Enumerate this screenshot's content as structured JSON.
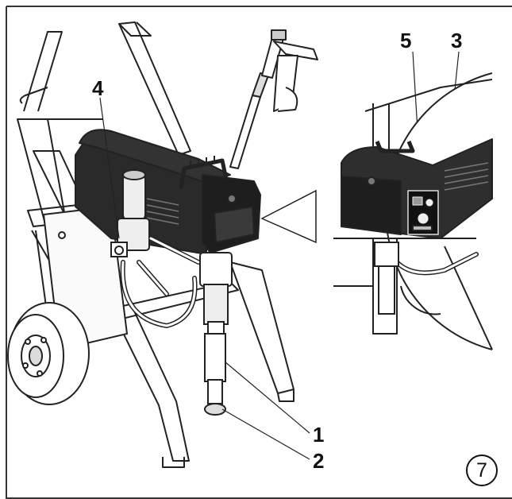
{
  "callouts": {
    "c1": "1",
    "c2": "2",
    "c3": "3",
    "c4": "4",
    "c5": "5"
  },
  "figure_number": "7"
}
